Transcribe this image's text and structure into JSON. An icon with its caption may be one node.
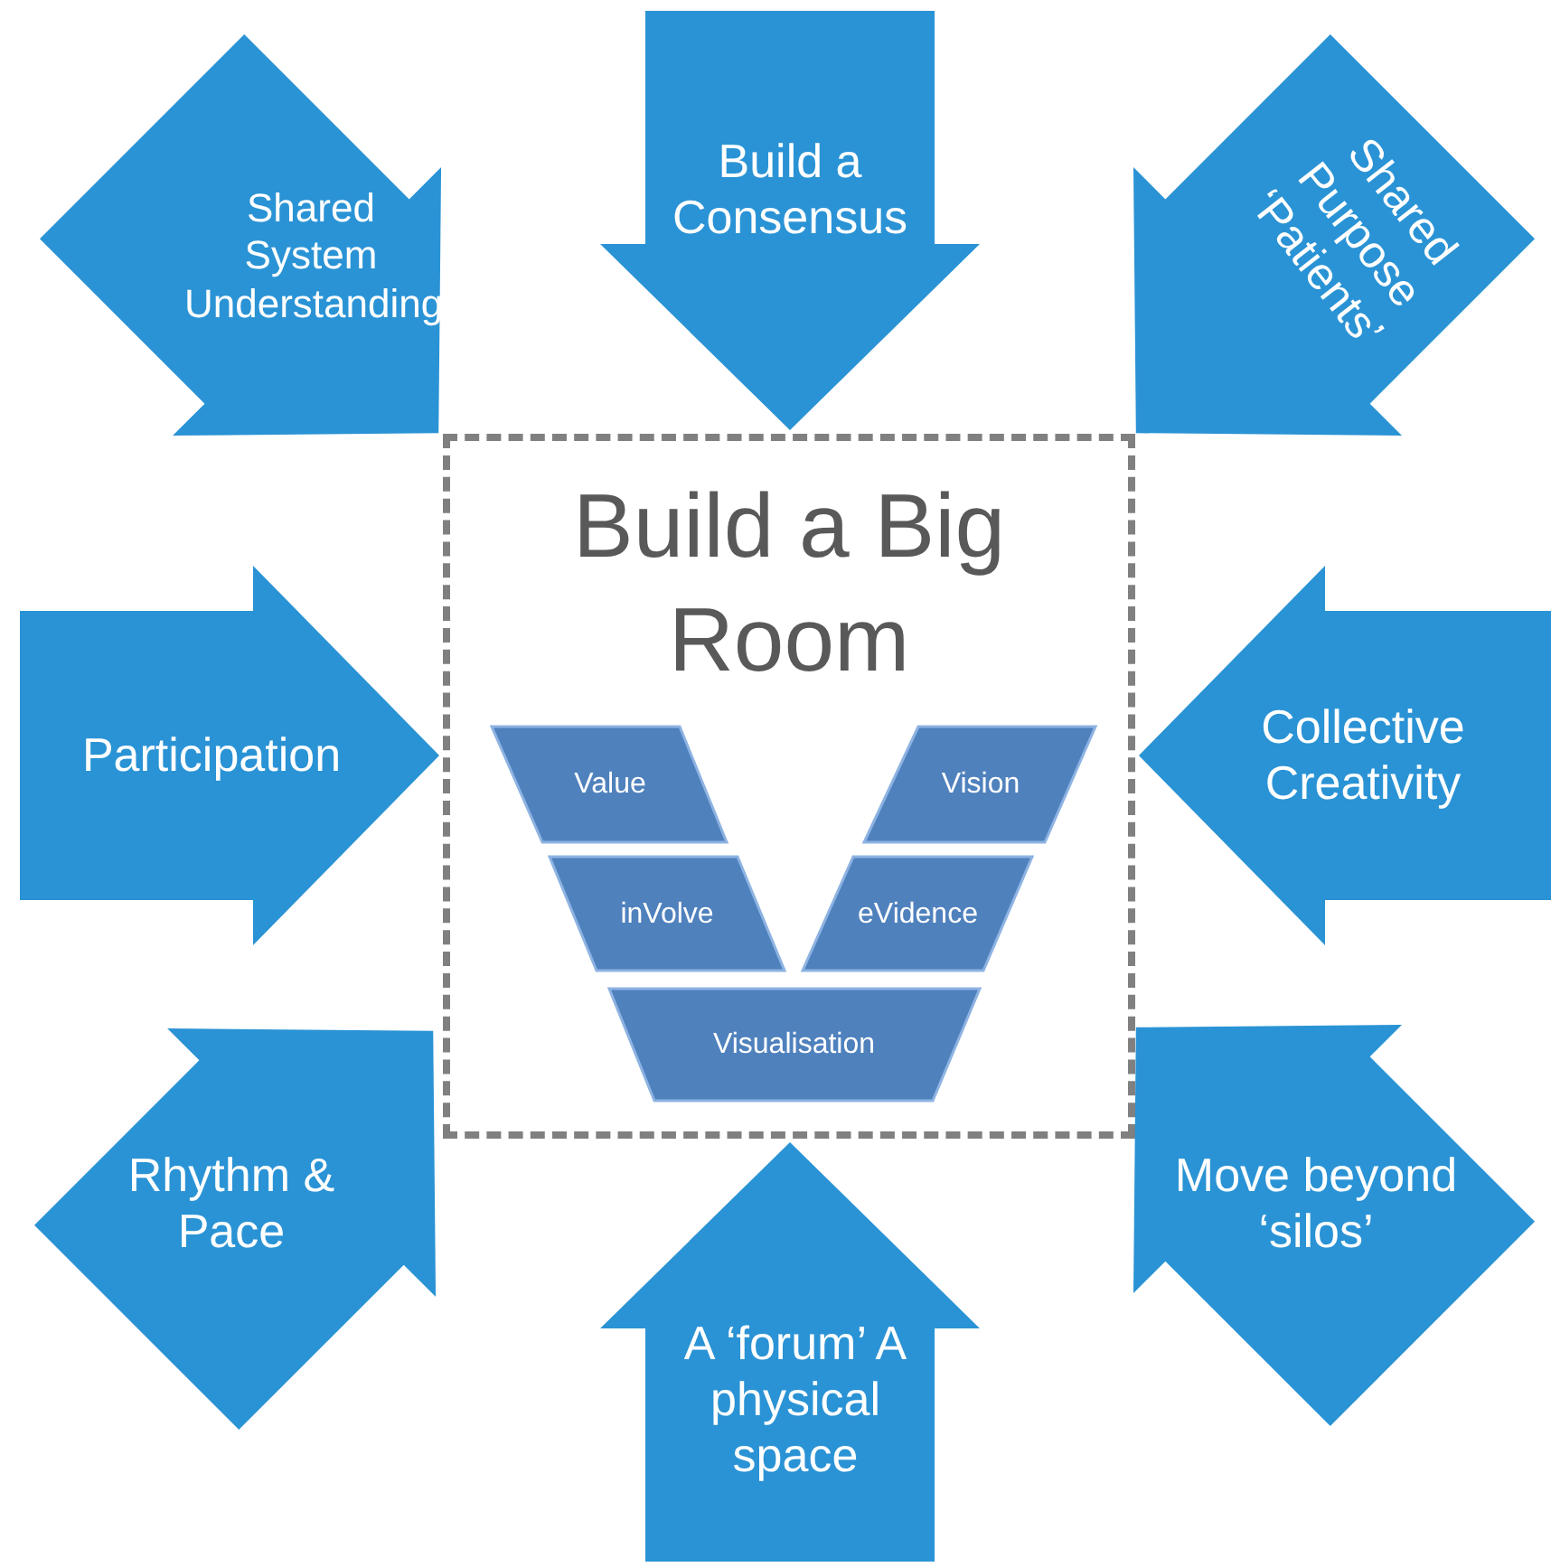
{
  "diagram": {
    "nodes": [
      {
        "text": [
          "Shared System Understanding"
        ]
      },
      {
        "text": [
          "Build a Consensus"
        ]
      },
      {
        "text": [
          "Shared Purpose ‘Patients’"
        ]
      },
      {
        "text": [
          "Build a Big Room"
        ]
      },
      {
        "text": [
          "Value"
        ],
        "in": 3
      },
      {
        "text": [
          "Vision"
        ],
        "in": 3
      },
      {
        "text": [
          "inVolve"
        ],
        "in": 3
      },
      {
        "text": [
          "eVidence"
        ],
        "in": 3
      },
      {
        "text": [
          "Visualisation"
        ],
        "in": 3
      },
      {
        "text": [
          "Participation"
        ]
      },
      {
        "text": [
          "Collective Creativity"
        ]
      },
      {
        "text": [
          "Rhythm & Pace"
        ]
      },
      {
        "text": [
          "Move beyond ‘silos’"
        ]
      },
      {
        "text": [
          "A ‘forum’ A physical space"
        ]
      }
    ]
  }
}
